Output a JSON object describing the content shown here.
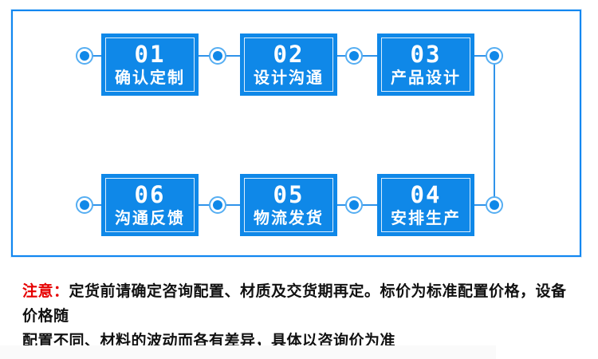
{
  "flow": {
    "steps": [
      {
        "number": "01",
        "label": "确认定制"
      },
      {
        "number": "02",
        "label": "设计沟通"
      },
      {
        "number": "03",
        "label": "产品设计"
      },
      {
        "number": "04",
        "label": "安排生产"
      },
      {
        "number": "05",
        "label": "物流发货"
      },
      {
        "number": "06",
        "label": "沟通反馈"
      }
    ]
  },
  "notice": {
    "label": "注意：",
    "line1": "定货前请确定咨询配置、材质及交货期再定。标价为标准配置价格，设备价格随",
    "line2": "配置不同、材料的波动而各有差异，具体以咨询价为准"
  },
  "colors": {
    "box_blue": "#0f88e8",
    "ring_blue": "#56aef2",
    "line_blue": "#2f93ea",
    "frame_blue": "#1287f0",
    "notice_red": "#e60000",
    "text_black": "#111111"
  }
}
